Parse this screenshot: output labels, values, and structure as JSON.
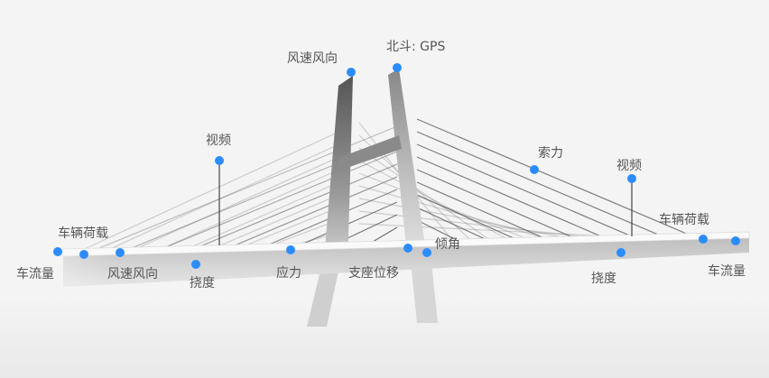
{
  "colors": {
    "sensor": "#2b8cff",
    "background": "#f4f4f4",
    "label": "#555555"
  },
  "sensors": {
    "traffic_flow_left": "车流量",
    "vehicle_load_left": "车辆荷载",
    "wind_deck": "风速风向",
    "deflection_left": "挠度",
    "video_left": "视频",
    "stress": "应力",
    "bearing_displacement": "支座位移",
    "tilt": "倾角",
    "wind_tower": "风速风向",
    "beidou_gps": "北斗: GPS",
    "cable_force": "索力",
    "video_right": "视频",
    "deflection_right": "挠度",
    "vehicle_load_right": "车辆荷载",
    "traffic_flow_right": "车流量"
  }
}
